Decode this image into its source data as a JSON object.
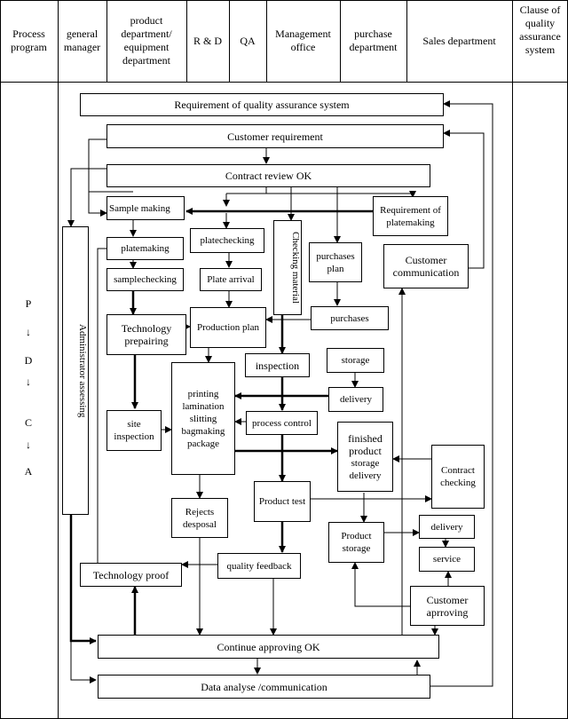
{
  "headers": {
    "process": "Process program",
    "gm": "general manager",
    "product_dept": "product department/ equipment department",
    "rd": "R & D",
    "qa": "QA",
    "mgmt": "Management office",
    "purchase": "purchase department",
    "sales": "Sales department",
    "clause": "Clause of quality assurance system"
  },
  "pdca": [
    "P",
    "D",
    "C",
    "A"
  ],
  "boxes": {
    "req_qas": "Requirement of quality assurance system",
    "cust_req": "Customer requirement",
    "contract_review": "Contract review OK",
    "sample_making": "Sample making",
    "req_plate": "Requirement of platemaking",
    "platemaking": "platemaking",
    "platechecking": "platechecking",
    "checking_material": "Checking material",
    "purchases_plan": "purchases plan",
    "cust_comm": "Customer communication",
    "samplechecking": "samplechecking",
    "plate_arrival": "Plate arrival",
    "tech_prep": "Technology prepairing",
    "prod_plan": "Production plan",
    "purchases": "purchases",
    "admin_assessing": "Administrator assessing",
    "printing": "printing lamination slitting bagmaking package",
    "inspection": "inspection",
    "storage": "storage",
    "delivery1": "delivery",
    "site_insp": "site inspection",
    "process_ctrl": "process control",
    "finished": "finished product",
    "finished_sub": "storage delivery",
    "contract_check": "Contract checking",
    "rejects": "Rejects desposal",
    "product_test": "Product test",
    "product_storage": "Product storage",
    "delivery2": "delivery",
    "service": "service",
    "tech_proof": "Technology proof",
    "quality_feedback": "quality feedback",
    "cust_approving": "Customer aprroving",
    "continue_ok": "Continue approving OK",
    "data_analyse": "Data analyse /communication"
  }
}
